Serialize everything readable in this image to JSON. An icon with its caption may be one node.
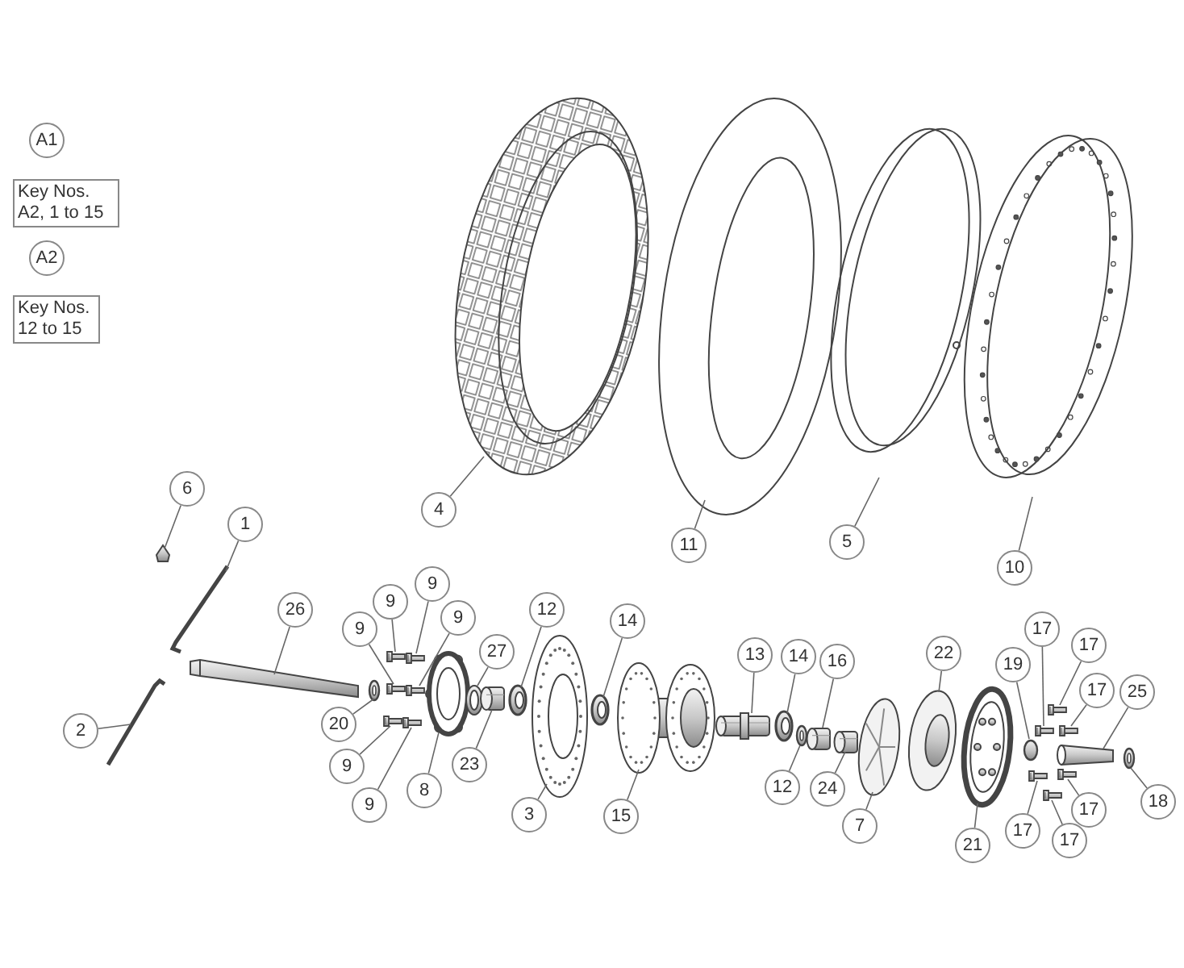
{
  "diagram": {
    "nodes": [
      {
        "text": [
          "A1"
        ]
      },
      {
        "text": [
          "Key Nos. A2, 1 to 15"
        ]
      },
      {
        "text": [
          "A2"
        ]
      },
      {
        "text": [
          "Key Nos. 12 to 15"
        ]
      },
      {
        "text": [
          "4"
        ]
      },
      {
        "text": [],
        "shape": "picture"
      },
      {
        "text": [
          "11"
        ]
      },
      {
        "text": [],
        "shape": "picture"
      },
      {
        "text": [
          "5"
        ]
      },
      {
        "text": [],
        "shape": "picture"
      },
      {
        "text": [
          "10"
        ]
      },
      {
        "text": [],
        "shape": "picture"
      },
      {
        "text": [
          "6"
        ]
      },
      {
        "text": [],
        "shape": "picture"
      },
      {
        "text": [
          "1"
        ]
      },
      {
        "text": [],
        "shape": "picture"
      },
      {
        "text": [
          "2"
        ]
      },
      {
        "text": [],
        "shape": "picture"
      },
      {
        "text": [
          "26"
        ]
      },
      {
        "text": [],
        "shape": "picture"
      },
      {
        "text": [
          "9"
        ]
      },
      {
        "text": [],
        "shape": "picture"
      },
      {
        "text": [
          "9"
        ]
      },
      {
        "text": [],
        "shape": "picture"
      },
      {
        "text": [
          "9"
        ]
      },
      {
        "text": [],
        "shape": "picture"
      },
      {
        "text": [
          "9"
        ]
      },
      {
        "text": [],
        "shape": "picture"
      },
      {
        "text": [
          "20"
        ]
      },
      {
        "text": [],
        "shape": "picture"
      },
      {
        "text": [
          "9"
        ]
      },
      {
        "text": [],
        "shape": "picture"
      },
      {
        "text": [
          "9"
        ]
      },
      {
        "text": [],
        "shape": "picture"
      },
      {
        "text": [
          "8"
        ]
      },
      {
        "text": [],
        "shape": "picture"
      },
      {
        "text": [
          "27"
        ]
      },
      {
        "text": [],
        "shape": "picture"
      },
      {
        "text": [
          "23"
        ]
      },
      {
        "text": [],
        "shape": "picture"
      },
      {
        "text": [
          "12"
        ]
      },
      {
        "text": [],
        "shape": "picture"
      },
      {
        "text": [
          "3"
        ]
      },
      {
        "text": [],
        "shape": "picture"
      },
      {
        "text": [
          "14"
        ]
      },
      {
        "text": [],
        "shape": "picture"
      },
      {
        "text": [
          "15"
        ]
      },
      {
        "text": [],
        "shape": "picture"
      },
      {
        "text": [
          "13"
        ]
      },
      {
        "text": [],
        "shape": "picture"
      },
      {
        "text": [
          "14"
        ]
      },
      {
        "text": [],
        "shape": "picture"
      },
      {
        "text": [
          "16"
        ]
      },
      {
        "text": [],
        "shape": "picture"
      },
      {
        "text": [
          "12"
        ]
      },
      {
        "text": [],
        "shape": "picture"
      },
      {
        "text": [
          "24"
        ]
      },
      {
        "text": [],
        "shape": "picture"
      },
      {
        "text": [
          "7"
        ]
      },
      {
        "text": [],
        "shape": "picture"
      },
      {
        "text": [
          "22"
        ]
      },
      {
        "text": [],
        "shape": "picture"
      },
      {
        "text": [
          "19"
        ]
      },
      {
        "text": [],
        "shape": "picture"
      },
      {
        "text": [
          "17"
        ]
      },
      {
        "text": [],
        "shape": "picture"
      },
      {
        "text": [
          "17"
        ]
      },
      {
        "text": [],
        "shape": "picture"
      },
      {
        "text": [
          "17"
        ]
      },
      {
        "text": [],
        "shape": "picture"
      },
      {
        "text": [
          "25"
        ]
      },
      {
        "text": [],
        "shape": "picture"
      },
      {
        "text": [
          "18"
        ]
      },
      {
        "text": [],
        "shape": "picture"
      },
      {
        "text": [
          "21"
        ]
      },
      {
        "text": [],
        "shape": "picture"
      },
      {
        "text": [
          "17"
        ]
      },
      {
        "text": [],
        "shape": "picture"
      },
      {
        "text": [
          "17"
        ]
      },
      {
        "text": [],
        "shape": "picture"
      },
      {
        "text": [
          "17"
        ]
      },
      {
        "text": [],
        "shape": "picture"
      }
    ],
    "edges": [
      {
        "from": 4,
        "to": 5,
        "arrow": "none"
      },
      {
        "from": 6,
        "to": 7,
        "arrow": "none"
      },
      {
        "from": 8,
        "to": 9,
        "arrow": "none"
      },
      {
        "from": 10,
        "to": 11,
        "arrow": "none"
      },
      {
        "from": 12,
        "to": 13,
        "arrow": "none"
      },
      {
        "from": 14,
        "to": 15,
        "arrow": "none"
      },
      {
        "from": 16,
        "to": 17,
        "arrow": "none"
      },
      {
        "from": 18,
        "to": 19,
        "arrow": "none"
      },
      {
        "from": 20,
        "to": 21,
        "arrow": "none"
      },
      {
        "from": 22,
        "to": 23,
        "arrow": "none"
      },
      {
        "from": 24,
        "to": 25,
        "arrow": "none"
      },
      {
        "from": 26,
        "to": 27,
        "arrow": "none"
      },
      {
        "from": 28,
        "to": 29,
        "arrow": "none"
      },
      {
        "from": 30,
        "to": 31,
        "arrow": "none"
      },
      {
        "from": 32,
        "to": 33,
        "arrow": "none"
      },
      {
        "from": 34,
        "to": 35,
        "arrow": "none"
      },
      {
        "from": 36,
        "to": 37,
        "arrow": "none"
      },
      {
        "from": 38,
        "to": 39,
        "arrow": "none"
      },
      {
        "from": 40,
        "to": 41,
        "arrow": "none"
      },
      {
        "from": 42,
        "to": 43,
        "arrow": "none"
      },
      {
        "from": 44,
        "to": 45,
        "arrow": "none"
      },
      {
        "from": 46,
        "to": 47,
        "arrow": "none"
      },
      {
        "from": 48,
        "to": 49,
        "arrow": "none"
      },
      {
        "from": 50,
        "to": 51,
        "arrow": "none"
      },
      {
        "from": 52,
        "to": 53,
        "arrow": "none"
      },
      {
        "from": 54,
        "to": 55,
        "arrow": "none"
      },
      {
        "from": 56,
        "to": 57,
        "arrow": "none"
      },
      {
        "from": 58,
        "to": 59,
        "arrow": "none"
      },
      {
        "from": 60,
        "to": 61,
        "arrow": "none"
      },
      {
        "from": 62,
        "to": 63,
        "arrow": "none"
      },
      {
        "from": 64,
        "to": 65,
        "arrow": "none"
      },
      {
        "from": 66,
        "to": 67,
        "arrow": "none"
      },
      {
        "from": 68,
        "to": 69,
        "arrow": "none"
      },
      {
        "from": 70,
        "to": 71,
        "arrow": "none"
      },
      {
        "from": 72,
        "to": 73,
        "arrow": "none"
      },
      {
        "from": 74,
        "to": 75,
        "arrow": "none"
      },
      {
        "from": 76,
        "to": 77,
        "arrow": "none"
      },
      {
        "from": 78,
        "to": 79,
        "arrow": "none"
      },
      {
        "from": 80,
        "to": 81,
        "arrow": "none"
      }
    ]
  }
}
